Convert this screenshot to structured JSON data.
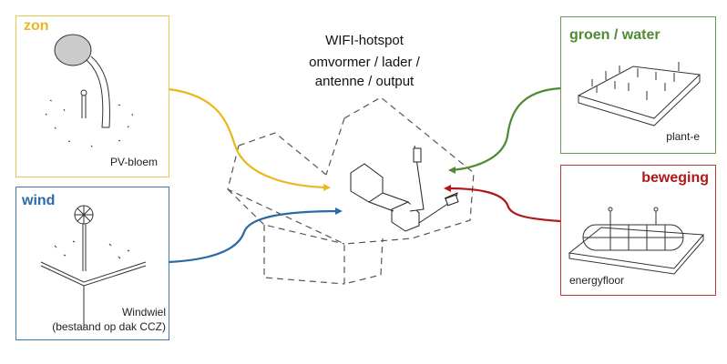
{
  "center": {
    "line1": "WIFI-hotspot",
    "line2": "omvormer / lader /",
    "line3": "antenne / output"
  },
  "sources": {
    "zon": {
      "title": "zon",
      "caption": "PV-bloem",
      "color": "#e8b820"
    },
    "wind": {
      "title": "wind",
      "caption1": "Windwiel",
      "caption2": "(bestaand op dak CCZ)",
      "color": "#2a6aa6"
    },
    "groen": {
      "title": "groen / water",
      "caption": "plant-e",
      "color": "#4e8a32"
    },
    "beweging": {
      "title": "beweging",
      "caption": "energyfloor",
      "color": "#b01818"
    }
  }
}
